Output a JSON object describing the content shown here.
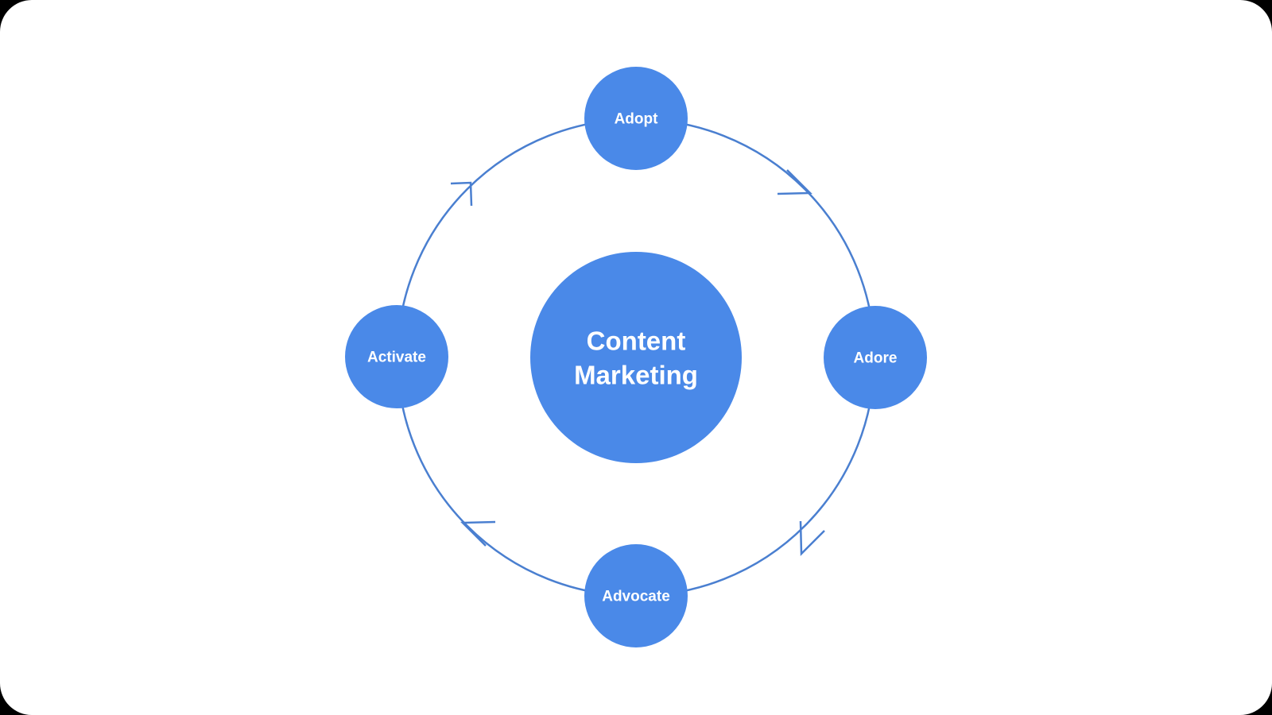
{
  "diagram": {
    "center": {
      "line1": "Content",
      "line2": "Marketing"
    },
    "nodes": {
      "top": "Adopt",
      "right": "Adore",
      "bottom": "Advocate",
      "left": "Activate"
    },
    "colors": {
      "node_fill": "#4A89E8",
      "ring_stroke": "#4A7FD0",
      "background": "#FFFFFF",
      "frame": "#000000"
    },
    "flow_direction": "clockwise"
  }
}
